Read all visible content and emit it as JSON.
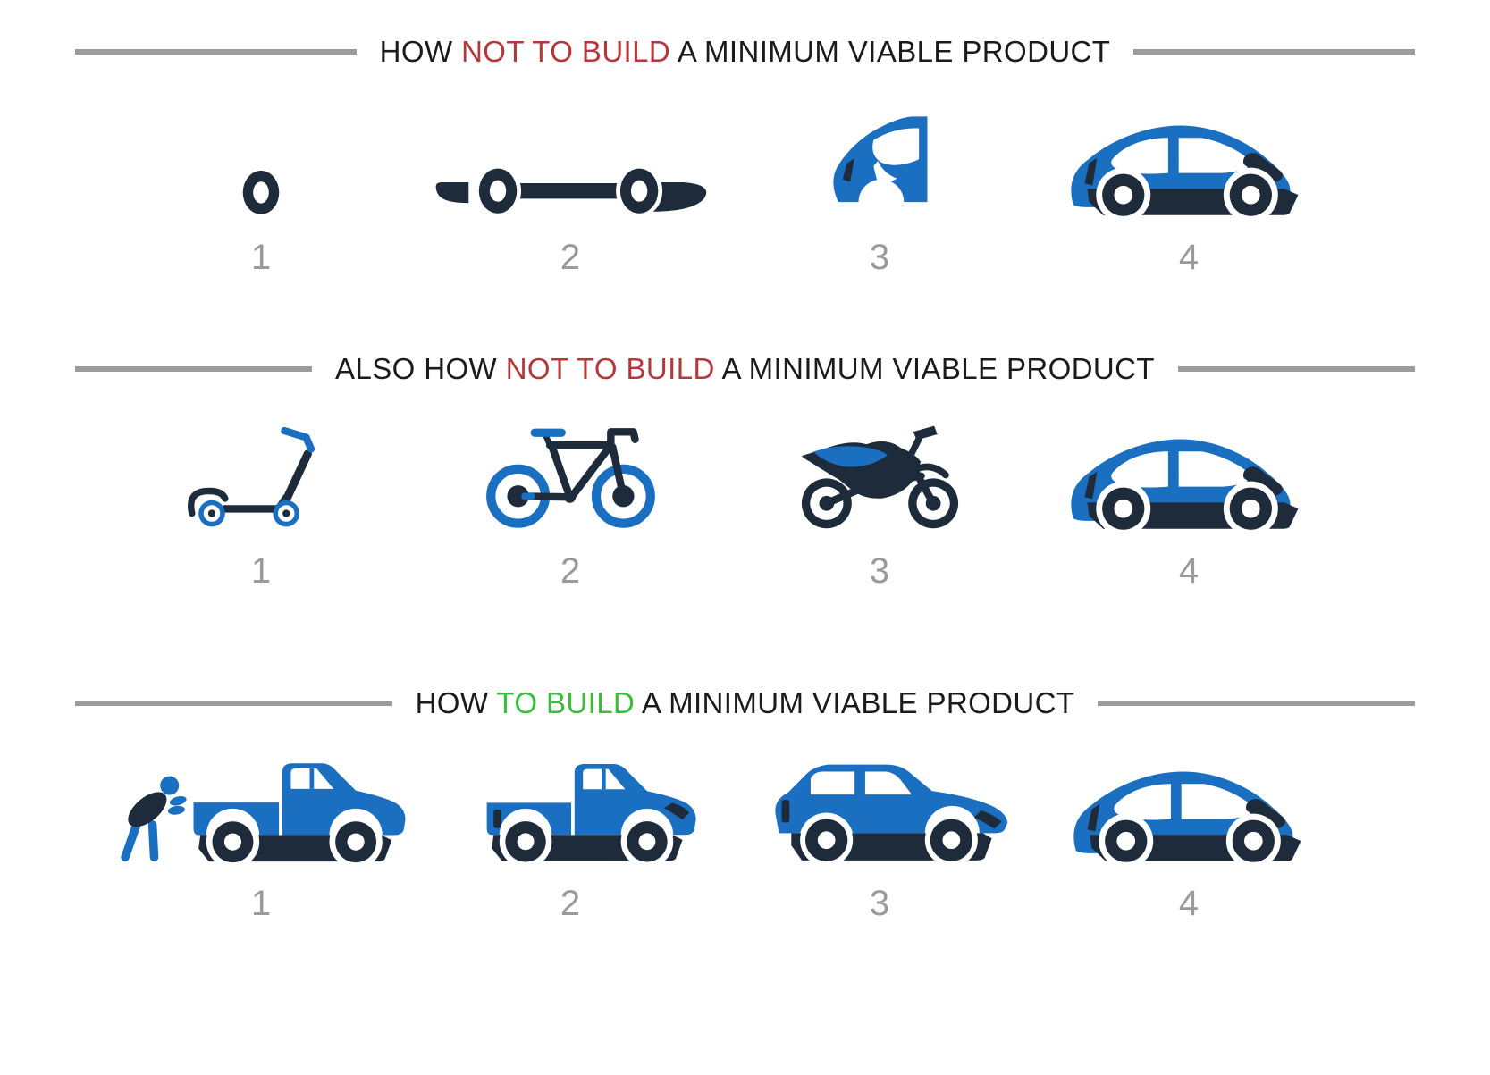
{
  "palette": {
    "blue": "#1b6fc1",
    "dark": "#1e2b3b",
    "red": "#b5373a",
    "green": "#3abd3c",
    "line_gray": "#9c9c9c",
    "number_gray": "#9a9a9a",
    "title_black": "#1b1b1b"
  },
  "sections": [
    {
      "title": {
        "pre": "HOW ",
        "highlight": "NOT TO BUILD",
        "post": " A MINIMUM VIABLE PRODUCT",
        "highlight_color": "#b5373a"
      },
      "items": [
        {
          "icon": "wheel-icon",
          "label": "single wheel",
          "number": "1"
        },
        {
          "icon": "chassis-icon",
          "label": "chassis with two wheels",
          "number": "2"
        },
        {
          "icon": "car-door-icon",
          "label": "partial car body with door",
          "number": "3"
        },
        {
          "icon": "car-icon",
          "label": "complete car",
          "number": "4"
        }
      ]
    },
    {
      "title": {
        "pre": "ALSO HOW ",
        "highlight": "NOT TO BUILD",
        "post": " A MINIMUM VIABLE PRODUCT",
        "highlight_color": "#b5373a"
      },
      "items": [
        {
          "icon": "scooter-icon",
          "label": "kick scooter",
          "number": "1"
        },
        {
          "icon": "bicycle-icon",
          "label": "bicycle",
          "number": "2"
        },
        {
          "icon": "motorcycle-icon",
          "label": "motorcycle",
          "number": "3"
        },
        {
          "icon": "car-icon",
          "label": "complete car",
          "number": "4"
        }
      ]
    },
    {
      "title": {
        "pre": "HOW ",
        "highlight": "TO BUILD",
        "post": " A MINIMUM VIABLE PRODUCT",
        "highlight_color": "#3abd3c"
      },
      "items": [
        {
          "icon": "pickup-pushed-icon",
          "label": "person pushing pickup truck",
          "number": "1"
        },
        {
          "icon": "pickup-icon",
          "label": "pickup truck",
          "number": "2"
        },
        {
          "icon": "sedan-icon",
          "label": "sedan",
          "number": "3"
        },
        {
          "icon": "car-icon",
          "label": "complete car",
          "number": "4"
        }
      ]
    }
  ]
}
